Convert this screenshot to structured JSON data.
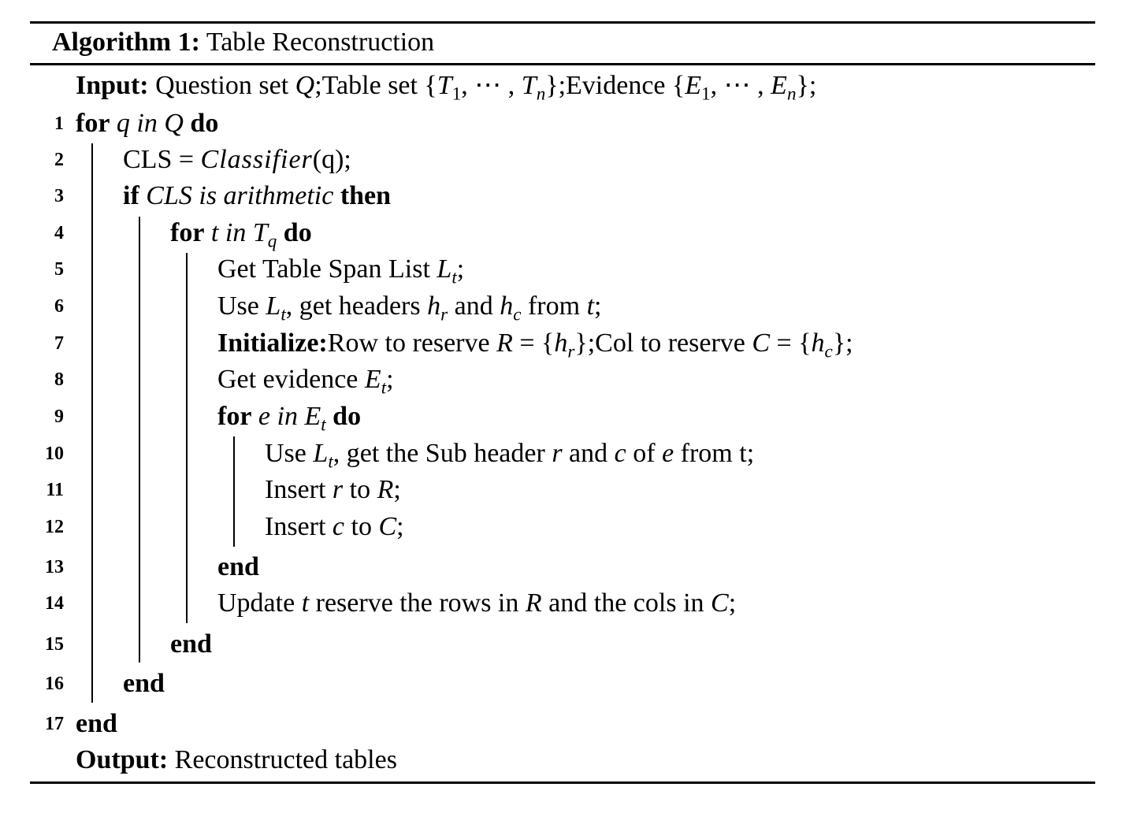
{
  "algorithm": {
    "label": "Algorithm 1:",
    "name": "Table Reconstruction"
  },
  "input": {
    "label": "Input:",
    "q_text": "Question set ",
    "q_sym": "Q",
    "t_text": ";Table set {",
    "t1": "T",
    "t1_sub": "1",
    "ellipsis1": ", ⋯ , ",
    "tn": "T",
    "tn_sub": "n",
    "e_text": "};Evidence {",
    "e1": "E",
    "e1_sub": "1",
    "ellipsis2": ", ⋯ , ",
    "en": "E",
    "en_sub": "n",
    "end": "};"
  },
  "lines": {
    "l1": {
      "no": "1",
      "kw1": "for",
      "var": " q in Q ",
      "kw2": "do"
    },
    "l2": {
      "no": "2",
      "pre": "CLS = ",
      "fn": "Classifier",
      "arg": "(q);"
    },
    "l3": {
      "no": "3",
      "kw1": "if",
      "cond": " CLS is arithmetic ",
      "kw2": "then"
    },
    "l4": {
      "no": "4",
      "kw1": "for",
      "var1": " t in T",
      "sub": "q",
      "kw2": " do"
    },
    "l5": {
      "no": "5",
      "pre": "Get Table Span List ",
      "sym": "L",
      "sub": "t",
      "post": ";"
    },
    "l6": {
      "no": "6",
      "pre": "Use ",
      "sym": "L",
      "sub": "t",
      "mid": ", get headers ",
      "h1": "h",
      "h1sub": "r",
      "and": " and ",
      "h2": "h",
      "h2sub": "c",
      "from": " from ",
      "t": "t",
      "end": ";"
    },
    "l7": {
      "no": "7",
      "kw": "Initialize:",
      "a": "Row to reserve ",
      "R": "R",
      "eq1": " = {",
      "h1": "h",
      "h1sub": "r",
      "b": "};Col to reserve ",
      "C": "C",
      "eq2": " = {",
      "h2": "h",
      "h2sub": "c",
      "c": "};"
    },
    "l8": {
      "no": "8",
      "pre": "Get evidence ",
      "sym": "E",
      "sub": "t",
      "post": ";"
    },
    "l9": {
      "no": "9",
      "kw1": "for",
      "var": " e in E",
      "sub": "t",
      "kw2": " do"
    },
    "l10": {
      "no": "10",
      "pre": "Use ",
      "sym": "L",
      "sub": "t",
      "mid": ", get the Sub header ",
      "r": "r",
      "and": " and ",
      "c": "c",
      "of": " of ",
      "e": "e",
      "post": " from t;"
    },
    "l11": {
      "no": "11",
      "pre": "Insert ",
      "r": "r",
      "to": " to ",
      "R": "R",
      "post": ";"
    },
    "l12": {
      "no": "12",
      "pre": "Insert ",
      "c": "c",
      "to": " to ",
      "C": "C",
      "post": ";"
    },
    "l13": {
      "no": "13",
      "kw": "end"
    },
    "l14": {
      "no": "14",
      "pre": "Update ",
      "t": "t",
      "mid": " reserve the rows in ",
      "R": "R",
      "and": " and the cols in ",
      "C": "C",
      "post": ";"
    },
    "l15": {
      "no": "15",
      "kw": "end"
    },
    "l16": {
      "no": "16",
      "kw": "end"
    },
    "l17": {
      "no": "17",
      "kw": "end"
    }
  },
  "output": {
    "label": "Output:",
    "text": " Reconstructed tables"
  }
}
